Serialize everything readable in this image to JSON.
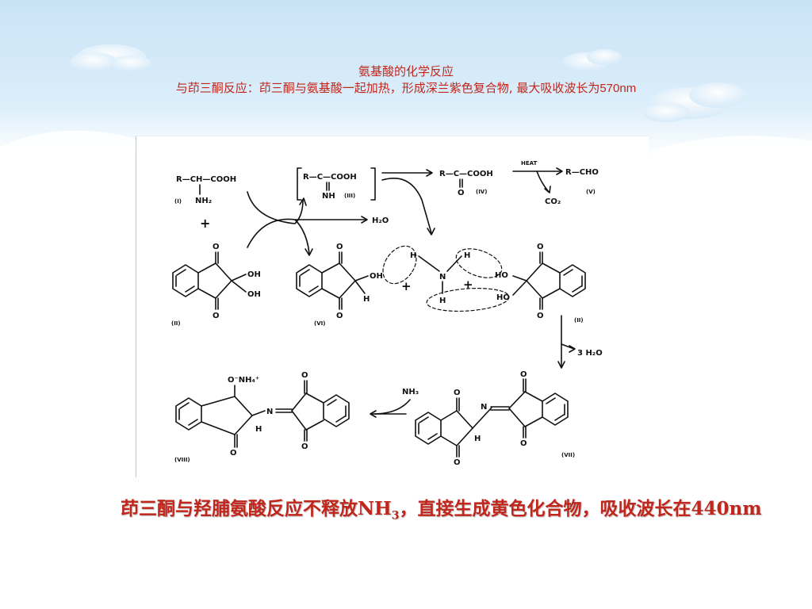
{
  "title": {
    "line1": "氨基酸的化学反应",
    "line2": "与茚三酮反应：茚三酮与氨基酸一起加热，形成深兰紫色复合物, 最大吸收波长为",
    "line2_value": "570nm"
  },
  "diagram": {
    "r1": "R—CH—COOH",
    "r1_sub": "NH₂",
    "r1_num": "(I)",
    "plus1": "+",
    "r3": "R—C—COOH",
    "r3_sub": "NH",
    "r3_num": "(III)",
    "r4": "R—C—COOH",
    "r4_sub": "O",
    "r4_num": "(IV)",
    "heat": "HEAT",
    "r5": "R—CHO",
    "r5_num": "(V)",
    "co2": "CO₂",
    "h2o": "H₂O",
    "oh": "OH",
    "ho": "HO",
    "h": "H",
    "n": "N",
    "plus": "+",
    "label_ii": "(II)",
    "label_vi": "(VI)",
    "label_ii_b": "(II)",
    "three_h2o": "3 H₂O",
    "nh3": "NH₃",
    "onh4": "O⁻NH₄⁺",
    "label_vii": "(VII)",
    "label_viii": "(VIII)",
    "o": "O"
  },
  "note": {
    "text_before": "茚三酮与羟脯氨酸反应不释放NH",
    "subscript": "3",
    "text_after": "，直接生成黄色化合物，吸收波长在440nm"
  },
  "colors": {
    "title": "#c0261c",
    "note": "#c0261c",
    "sky_top": "#cfe6f7",
    "sky_bottom": "#ffffff",
    "cloud": "#e8f4fd"
  }
}
